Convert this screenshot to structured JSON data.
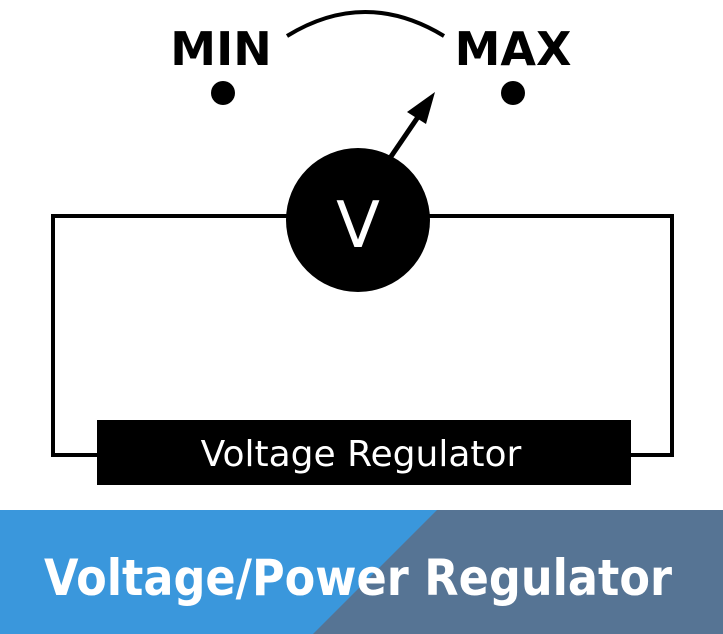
{
  "diagram": {
    "min_label": "MIN",
    "max_label": "MAX",
    "meter_symbol": "V",
    "regulator_label": "Voltage Regulator"
  },
  "banner": {
    "title": "Voltage/Power Regulator",
    "colors": {
      "left": "#3a97dc",
      "right": "#567494",
      "text": "#ffffff"
    }
  },
  "colors": {
    "ink": "#000000",
    "background": "#ffffff"
  }
}
